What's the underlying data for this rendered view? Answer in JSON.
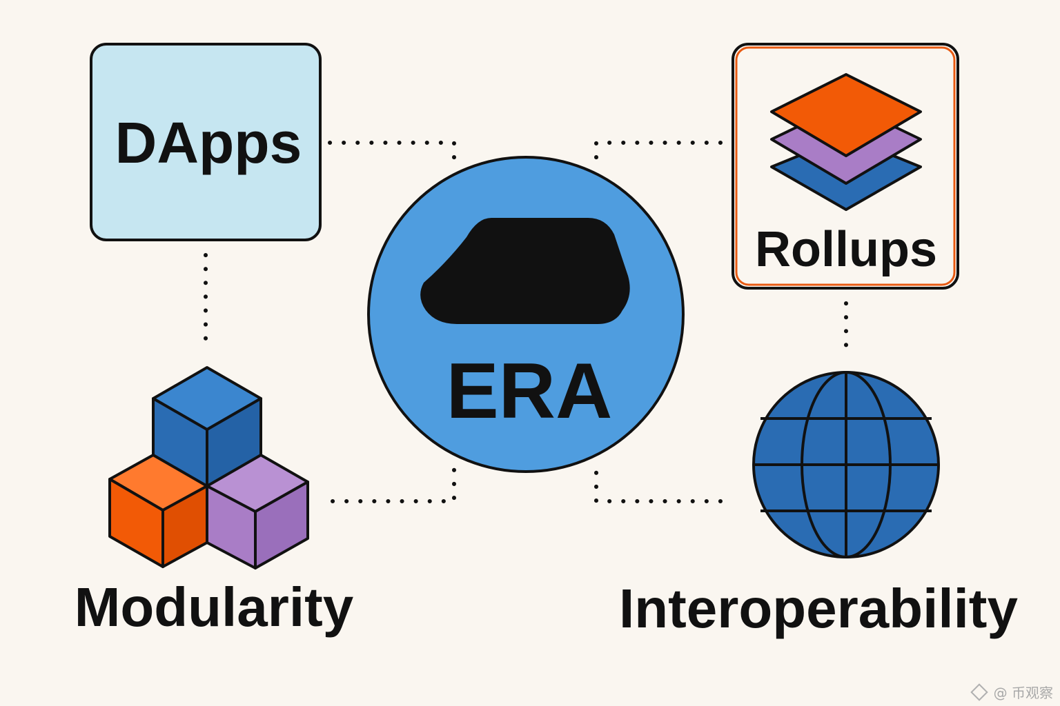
{
  "nodes": {
    "center": {
      "label": "ERA"
    },
    "dapps": {
      "label": "DApps"
    },
    "rollups": {
      "label": "Rollups"
    },
    "modularity": {
      "label": "Modularity"
    },
    "interoperability": {
      "label": "Interoperability"
    }
  },
  "colors": {
    "background": "#faf6f0",
    "center_fill": "#4f9ddf",
    "dapps_fill": "#c6e6f1",
    "rollups_border": "#e85a12",
    "orange": "#f25a06",
    "purple": "#a97dc6",
    "blue": "#2a6cb3",
    "ink": "#111111"
  },
  "icons": {
    "center": "era-logo-icon",
    "rollups": "stacked-layers-icon",
    "modularity": "cubes-icon",
    "interoperability": "globe-icon"
  },
  "watermark": {
    "text": "@ 币观察"
  }
}
